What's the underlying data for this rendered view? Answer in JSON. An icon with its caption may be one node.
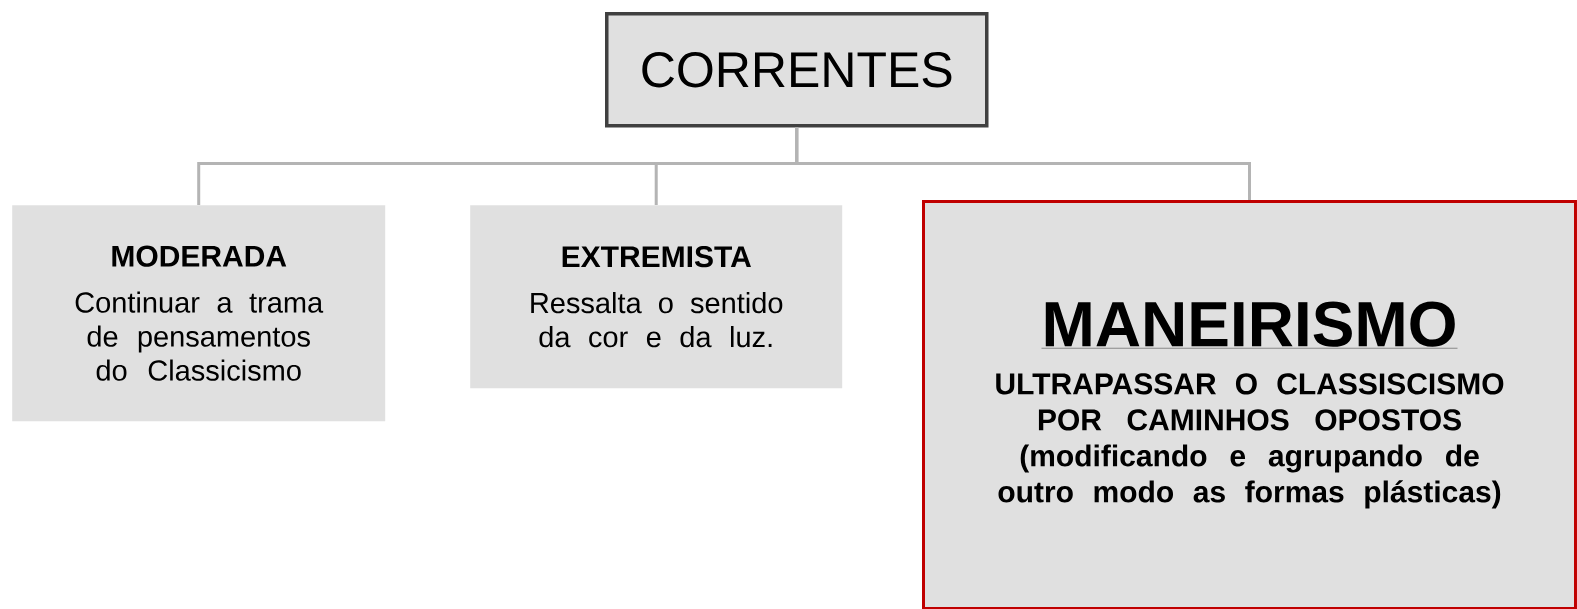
{
  "diagram": {
    "nodes": [
      {
        "text": [
          "CORRENTES"
        ]
      },
      {
        "text": [
          "MODERADA",
          "Continuar a trama de pensamentos do Classicismo"
        ]
      },
      {
        "text": [
          "EXTREMISTA",
          "Ressalta o sentido da cor e da luz."
        ]
      },
      {
        "text": [
          "MANEIRISMO",
          "ULTRAPASSAR O CLASSISCISMO POR CAMINHOS OPOSTOS (modificando e agrupando de outro modo as formas plásticas)"
        ]
      }
    ],
    "edges": [
      {
        "from": 0,
        "to": 1,
        "arrow": "none"
      },
      {
        "from": 0,
        "to": 2,
        "arrow": "none"
      },
      {
        "from": 0,
        "to": 3,
        "arrow": "none"
      }
    ]
  }
}
